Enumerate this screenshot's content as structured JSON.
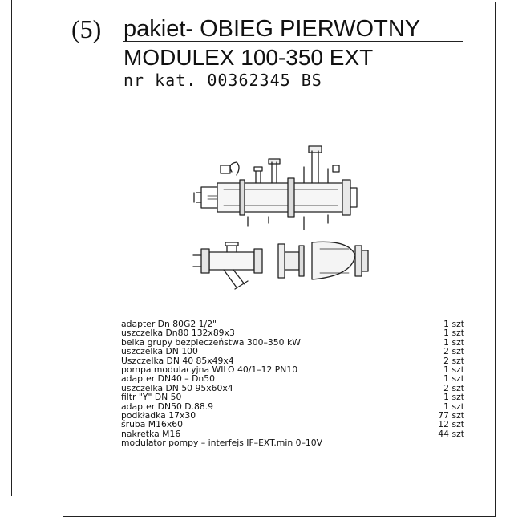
{
  "document": {
    "section_number": "(5)",
    "title_line1": "pakiet- OBIEG PIERWOTNY",
    "title_line2": "MODULEX 100-350 EXT",
    "catalog_number": "nr kat. 00362345 BS",
    "illustration": "pump-assembly-drawing"
  },
  "parts": [
    {
      "name": "adapter Dn 80G2 1/2\"",
      "qty": "1 szt"
    },
    {
      "name": "uszczelka Dn80 132x89x3",
      "qty": "1 szt"
    },
    {
      "name": "belka grupy bezpieczeństwa 300–350 kW",
      "qty": "1 szt"
    },
    {
      "name": "uszczelka DN 100",
      "qty": "2 szt"
    },
    {
      "name": "Uszczelka DN 40 85x49x4",
      "qty": "2 szt"
    },
    {
      "name": "pompa modulacyjna WILO 40/1–12 PN10",
      "qty": "1 szt"
    },
    {
      "name": "adapter DN40 – Dn50",
      "qty": "1 szt"
    },
    {
      "name": "uszczelka DN 50 95x60x4",
      "qty": "2 szt"
    },
    {
      "name": "filtr \"Y\" DN 50",
      "qty": "1 szt"
    },
    {
      "name": "adapter DN50 D.88.9",
      "qty": "1 szt"
    },
    {
      "name": "podkładka 17x30",
      "qty": "77 szt"
    },
    {
      "name": "śruba M16x60",
      "qty": "12 szt"
    },
    {
      "name": "nakrętka M16",
      "qty": "44 szt"
    },
    {
      "name": "modulator pompy – interfejs IF–EXT.min 0–10V",
      "qty": ""
    }
  ]
}
